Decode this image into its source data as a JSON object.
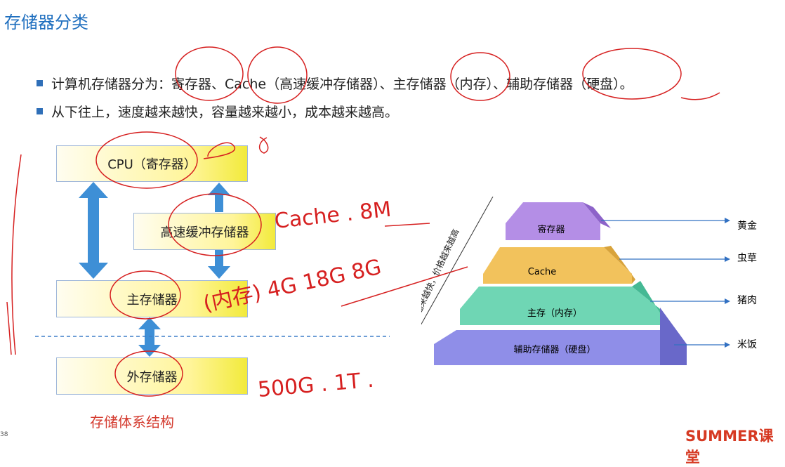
{
  "title": "存储器分类",
  "bullets": [
    "计算机存储器分为：寄存器、Cache（高速缓冲存储器）、主存储器（内存）、辅助存储器（硬盘）。",
    "从下往上，速度越来越快，容量越来越小，成本越来越高。"
  ],
  "diagram": {
    "boxes": {
      "cpu": "CPU（寄存器）",
      "cache": "高速缓冲存储器",
      "main": "主存储器",
      "external": "外存储器"
    },
    "caption": "存储体系结构"
  },
  "pyramid": {
    "levels": [
      {
        "label": "寄存器",
        "side": "黄金",
        "color": "#b48ee6"
      },
      {
        "label": "Cache",
        "side": "虫草",
        "color": "#f2c25c"
      },
      {
        "label": "主存（内存）",
        "side": "猪肉",
        "color": "#6fd6b4"
      },
      {
        "label": "辅助存储器（硬盘）",
        "side": "米饭",
        "color": "#8f8ee8"
      }
    ],
    "rotated_text": "速度越来越快，价格越来越高"
  },
  "annotations": {
    "cache_size": "Cache . 8M",
    "memory": "(内存) 4G 18G 8G",
    "disk": "500G . 1T ."
  },
  "brand": "SUMMER课堂",
  "page_number": "38"
}
